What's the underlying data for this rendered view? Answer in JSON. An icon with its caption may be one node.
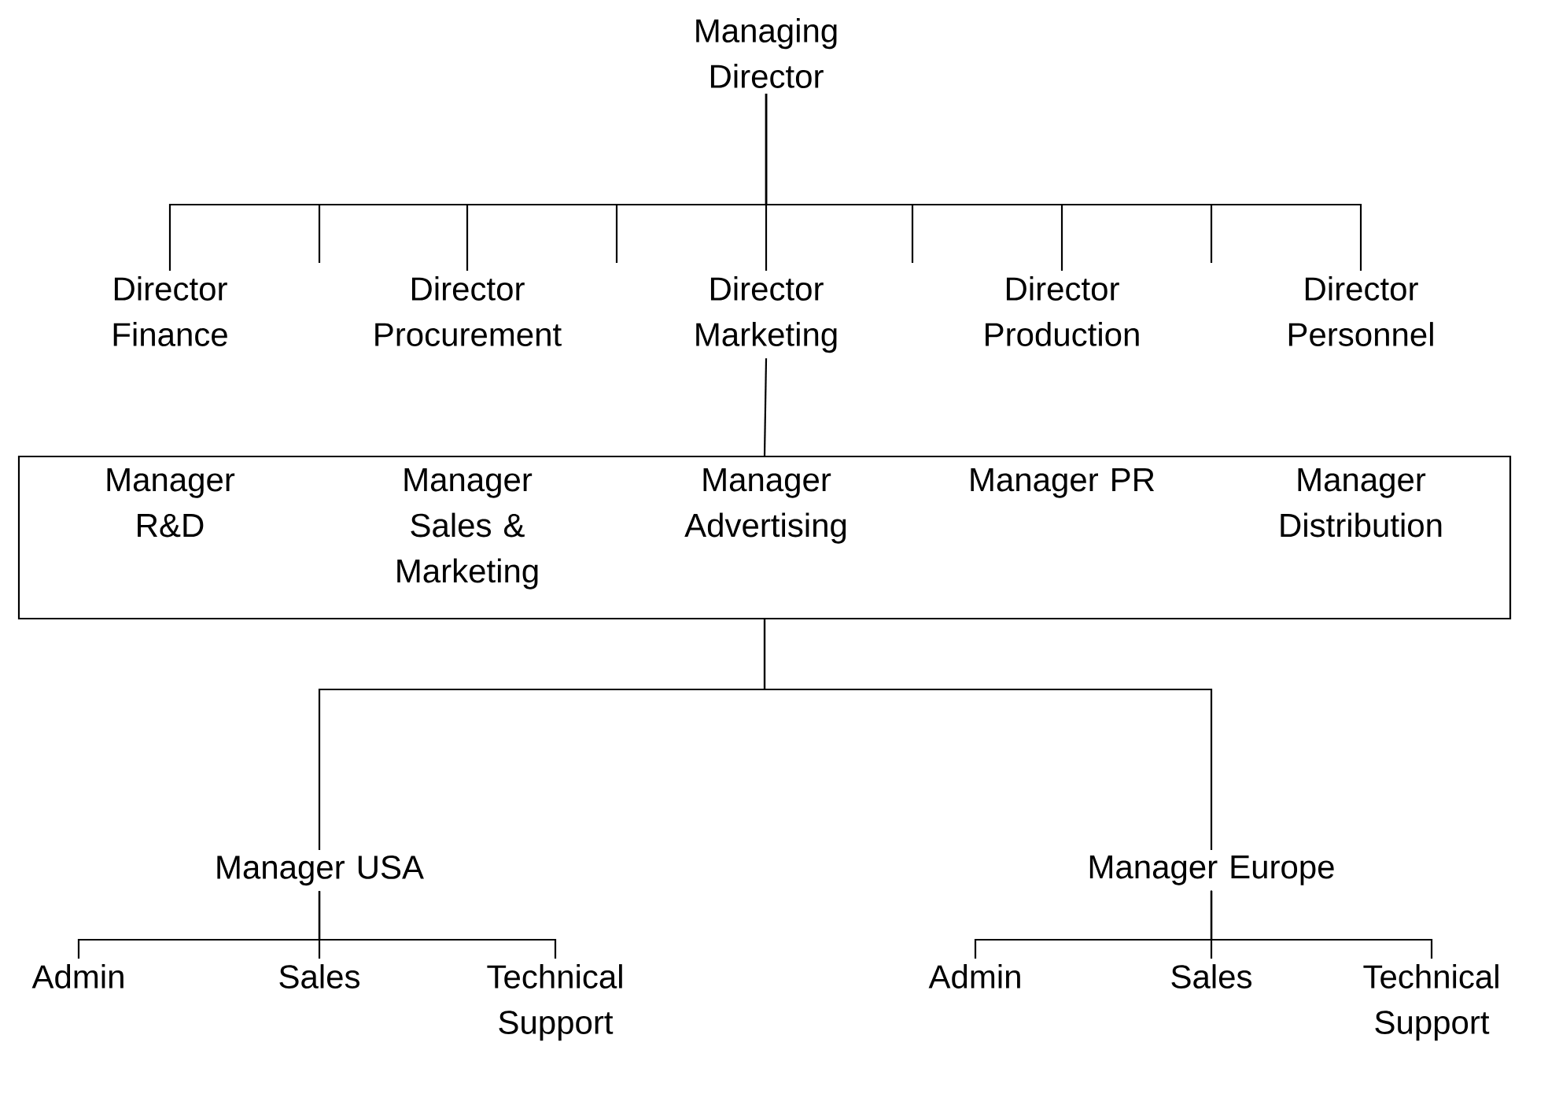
{
  "diagram": {
    "nodes": [
      {
        "text": [
          "Managing Director"
        ]
      },
      {
        "text": [
          "Director Finance"
        ]
      },
      {
        "text": [
          "Director Procurement"
        ]
      },
      {
        "text": [
          "Director Marketing"
        ]
      },
      {
        "text": [
          "Director Production"
        ]
      },
      {
        "text": [
          "Director Personnel"
        ]
      },
      {
        "text": [],
        "shape": "box"
      },
      {
        "text": [
          "Manager R&D"
        ],
        "in": 6
      },
      {
        "text": [
          "Manager Sales & Marketing"
        ],
        "in": 6
      },
      {
        "text": [
          "Manager Advertising"
        ],
        "in": 6
      },
      {
        "text": [
          "Manager PR"
        ],
        "in": 6
      },
      {
        "text": [
          "Manager Distribution"
        ],
        "in": 6
      },
      {
        "text": [
          "Manager USA"
        ]
      },
      {
        "text": [
          "Manager Europe"
        ]
      },
      {
        "text": [
          "Admin"
        ]
      },
      {
        "text": [
          "Sales"
        ]
      },
      {
        "text": [
          "Technical Support"
        ]
      },
      {
        "text": [
          "Admin"
        ]
      },
      {
        "text": [
          "Sales"
        ]
      },
      {
        "text": [
          "Technical Support"
        ]
      }
    ],
    "edges": [
      {
        "from": 0,
        "to": 1,
        "arrow": "none"
      },
      {
        "from": 0,
        "to": 2,
        "arrow": "none"
      },
      {
        "from": 0,
        "to": 3,
        "arrow": "none"
      },
      {
        "from": 0,
        "to": 4,
        "arrow": "none"
      },
      {
        "from": 0,
        "to": 5,
        "arrow": "none"
      },
      {
        "from": 3,
        "to": 6,
        "arrow": "none"
      },
      {
        "from": 6,
        "to": 12,
        "arrow": "none"
      },
      {
        "from": 6,
        "to": 13,
        "arrow": "none"
      },
      {
        "from": 12,
        "to": 14,
        "arrow": "none"
      },
      {
        "from": 12,
        "to": 15,
        "arrow": "none"
      },
      {
        "from": 12,
        "to": 16,
        "arrow": "none"
      },
      {
        "from": 13,
        "to": 17,
        "arrow": "none"
      },
      {
        "from": 13,
        "to": 18,
        "arrow": "none"
      },
      {
        "from": 13,
        "to": 19,
        "arrow": "none"
      }
    ]
  }
}
